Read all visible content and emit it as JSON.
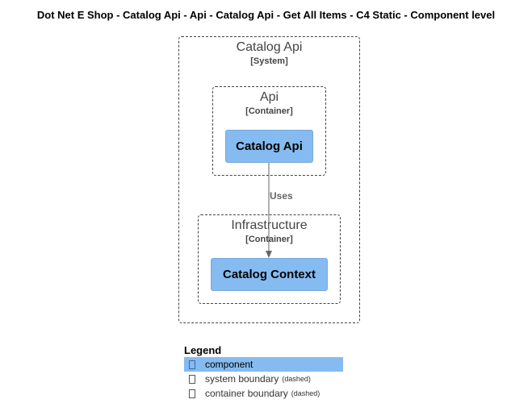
{
  "title": "Dot Net E Shop - Catalog Api - Api - Catalog Api - Get All Items - C4 Static - Component level",
  "system_boundary": {
    "name": "Catalog Api",
    "type": "[System]"
  },
  "api_container": {
    "name": "Api",
    "type": "[Container]",
    "component": "Catalog Api"
  },
  "infrastructure_container": {
    "name": "Infrastructure",
    "type": "[Container]",
    "component": "Catalog Context"
  },
  "relationship": {
    "from": "Catalog Api",
    "to": "Catalog Context",
    "label": "Uses"
  },
  "legend": {
    "title": "Legend",
    "items": [
      {
        "label": "component",
        "note": ""
      },
      {
        "label": "system boundary",
        "note": "(dashed)"
      },
      {
        "label": "container boundary",
        "note": "(dashed)"
      }
    ]
  },
  "colors": {
    "component_fill": "#85bbf0",
    "boundary_stroke": "#444444",
    "arrow": "#666666"
  }
}
